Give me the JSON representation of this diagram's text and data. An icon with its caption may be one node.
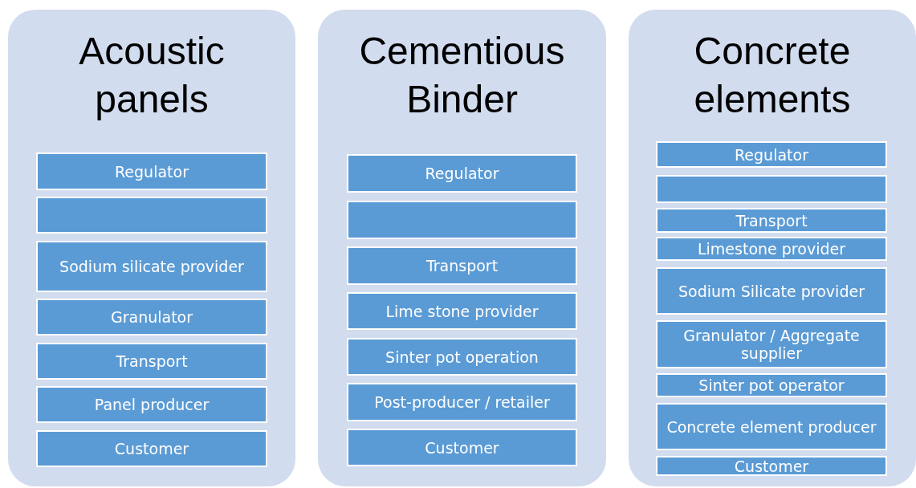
{
  "diagram": {
    "nodes": [
      {
        "text": [
          "Acoustic panels"
        ]
      },
      {
        "text": [
          "Regulator"
        ],
        "in": 0
      },
      {
        "text": [],
        "shape": "box",
        "in": 0
      },
      {
        "text": [
          "Sodium silicate provider"
        ],
        "in": 0
      },
      {
        "text": [
          "Granulator"
        ],
        "in": 0
      },
      {
        "text": [
          "Transport"
        ],
        "in": 0
      },
      {
        "text": [
          "Panel producer"
        ],
        "in": 0
      },
      {
        "text": [
          "Customer"
        ],
        "in": 0
      },
      {
        "text": [
          "Cementious Binder"
        ]
      },
      {
        "text": [
          "Regulator"
        ],
        "in": 8
      },
      {
        "text": [],
        "shape": "box",
        "in": 8
      },
      {
        "text": [
          "Transport"
        ],
        "in": 8
      },
      {
        "text": [
          "Lime stone provider"
        ],
        "in": 8
      },
      {
        "text": [
          "Sinter pot operation"
        ],
        "in": 8
      },
      {
        "text": [
          "Post-producer / retailer"
        ],
        "in": 8
      },
      {
        "text": [
          "Customer"
        ],
        "in": 8
      },
      {
        "text": [
          "Concrete elements"
        ]
      },
      {
        "text": [
          "Regulator"
        ],
        "in": 16
      },
      {
        "text": [],
        "shape": "box",
        "in": 16
      },
      {
        "text": [
          "Transport"
        ],
        "in": 16
      },
      {
        "text": [
          "Limestone provider"
        ],
        "in": 16
      },
      {
        "text": [
          "Sodium Silicate provider"
        ],
        "in": 16
      },
      {
        "text": [
          "Granulator / Aggregate supplier"
        ],
        "in": 16
      },
      {
        "text": [
          "Sinter pot operator"
        ],
        "in": 16
      },
      {
        "text": [
          "Concrete element producer"
        ],
        "in": 16
      },
      {
        "text": [
          "Customer"
        ],
        "in": 16
      }
    ]
  }
}
